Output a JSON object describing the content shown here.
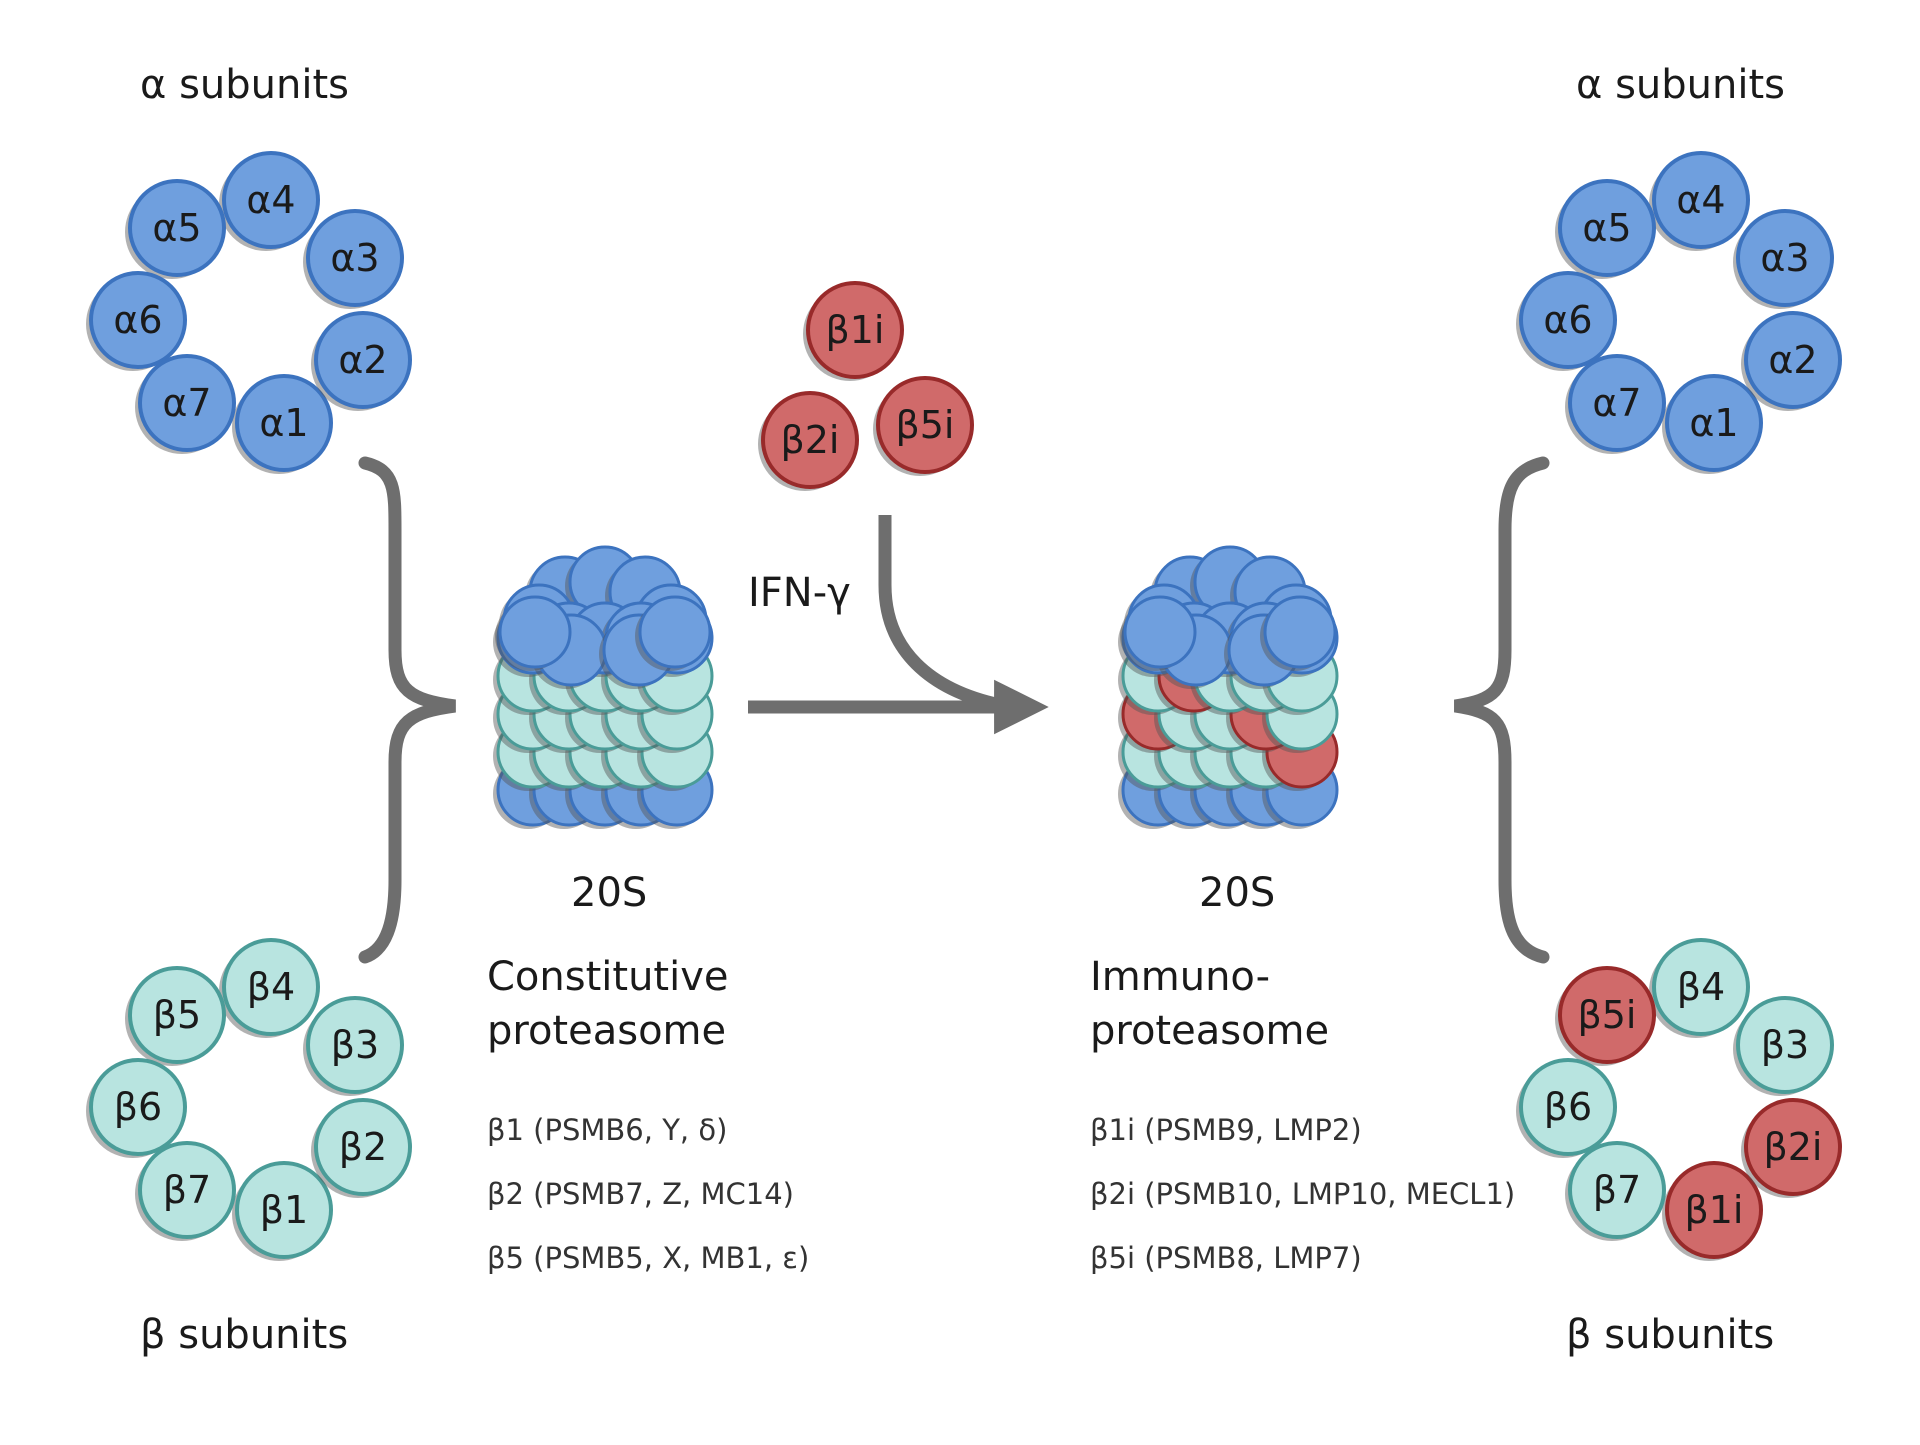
{
  "colors": {
    "alpha_fill": "#6f9fde",
    "alpha_stroke": "#3c73bf",
    "beta_fill": "#b8e4e0",
    "beta_stroke": "#4a9c98",
    "immuno_fill": "#d06a6a",
    "immuno_stroke": "#982a2a",
    "arrow": "#6e6e6e"
  },
  "left": {
    "alpha_title": "α subunits",
    "beta_title": "β subunits",
    "alpha_ring": [
      "α1",
      "α2",
      "α3",
      "α4",
      "α5",
      "α6",
      "α7"
    ],
    "beta_ring": [
      "β1",
      "β2",
      "β3",
      "β4",
      "β5",
      "β6",
      "β7"
    ]
  },
  "right": {
    "alpha_title": "α subunits",
    "beta_title": "β subunits",
    "alpha_ring": [
      "α1",
      "α2",
      "α3",
      "α4",
      "α5",
      "α6",
      "α7"
    ],
    "beta_ring": [
      "β1i",
      "β2i",
      "β3",
      "β4",
      "β5i",
      "β6",
      "β7"
    ]
  },
  "inducible": [
    "β1i",
    "β2i",
    "β5i"
  ],
  "stimulus": "IFN-γ",
  "constitutive": {
    "size_label": "20S",
    "name_line1": "Constitutive",
    "name_line2": "proteasome",
    "subunits": [
      "β1 (PSMB6, Y, δ)",
      "β2 (PSMB7, Z, MC14)",
      "β5 (PSMB5, X, MB1, ε)"
    ]
  },
  "immuno": {
    "size_label": "20S",
    "name_line1": "Immuno-",
    "name_line2": "proteasome",
    "subunits": [
      "β1i (PSMB9, LMP2)",
      "β2i (PSMB10, LMP10, MECL1)",
      "β5i (PSMB8, LMP7)"
    ]
  }
}
